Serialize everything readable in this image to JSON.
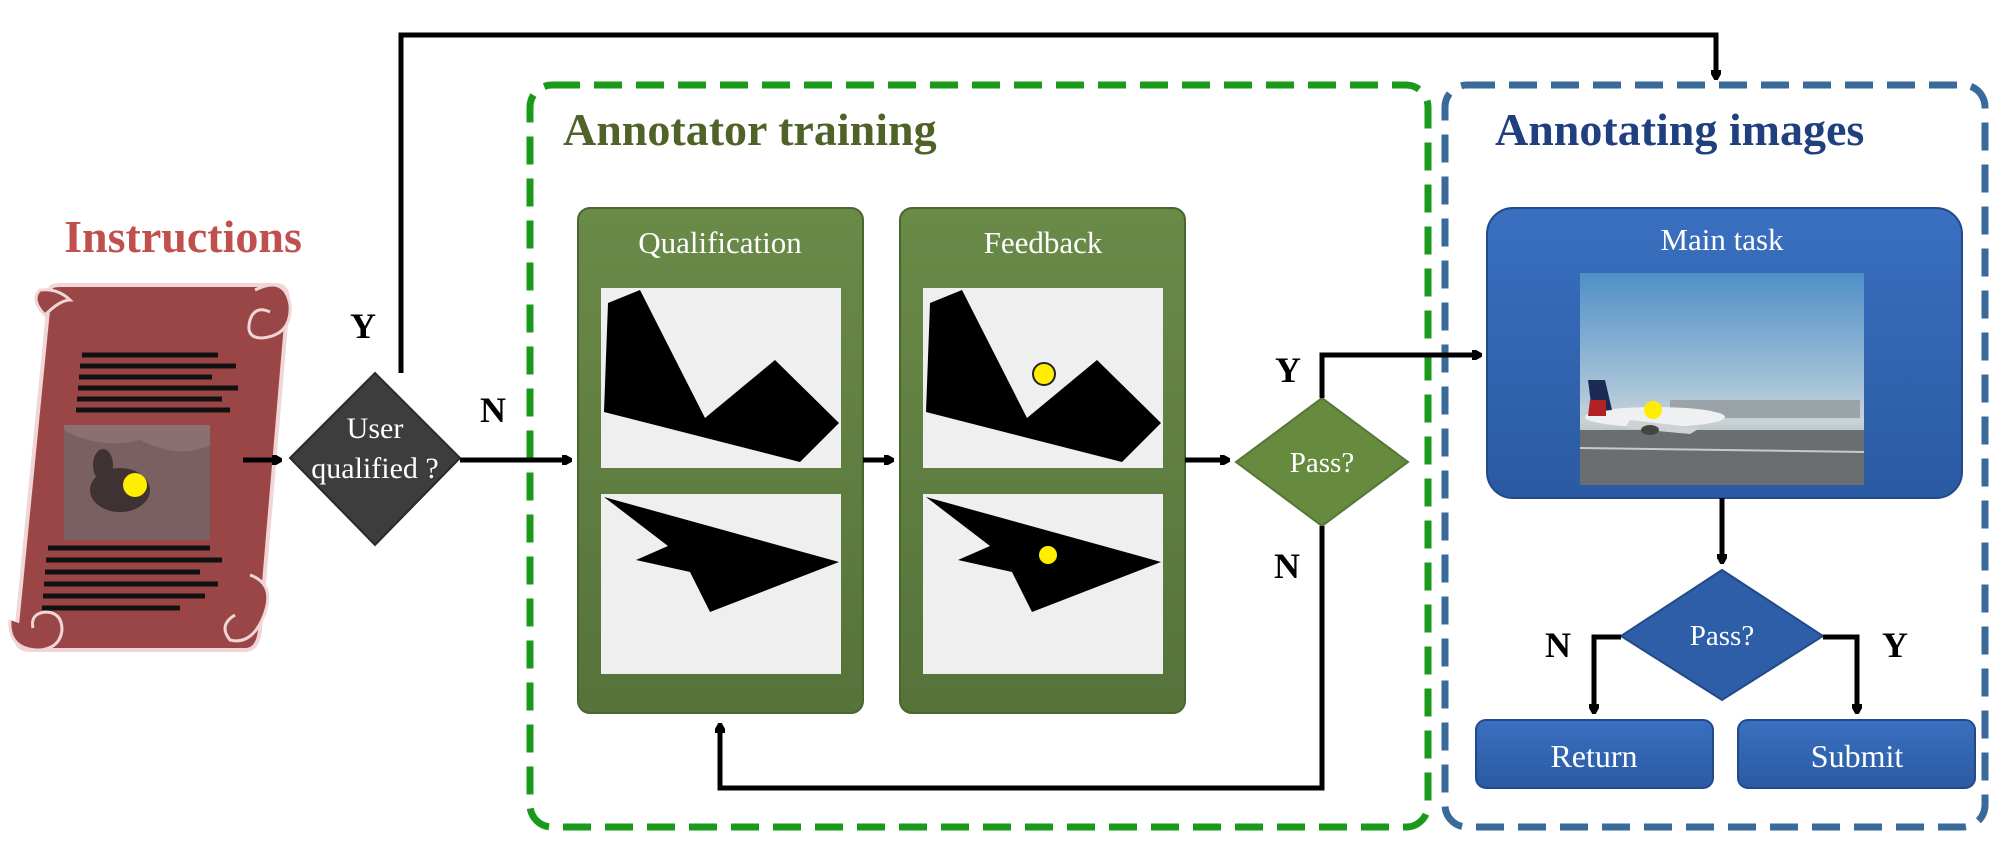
{
  "instructions": {
    "title": "Instructions"
  },
  "user_check": {
    "label_line1": "User",
    "label_line2": "qualified ?",
    "yes_label": "Y",
    "no_label": "N"
  },
  "training": {
    "title": "Annotator training",
    "qualification_title": "Qualification",
    "feedback_title": "Feedback",
    "pass_label": "Pass?",
    "yes_label": "Y",
    "no_label": "N"
  },
  "annotating": {
    "title": "Annotating images",
    "main_task_title": "Main task",
    "pass_label": "Pass?",
    "yes_label": "Y",
    "no_label": "N",
    "return_label": "Return",
    "submit_label": "Submit"
  },
  "colors": {
    "instructions_red": "#c0504d",
    "training_green": "#5a7a3a",
    "training_title": "#4f6228",
    "training_border": "#1a9a1a",
    "annotating_blue": "#2e5ea8",
    "annotating_title": "#1f3f7f",
    "annotating_border": "#3a6a9a",
    "marker_yellow": "#ffee00"
  }
}
